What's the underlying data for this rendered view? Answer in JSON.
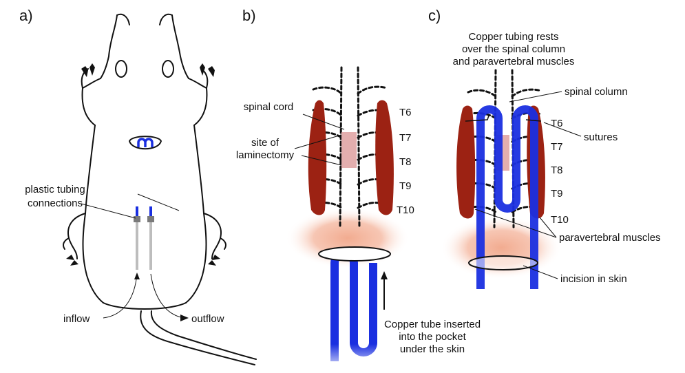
{
  "panels": {
    "a": {
      "letter": "a)",
      "plastic_line1": "plastic tubing",
      "plastic_line2": "connections",
      "inflow": "inflow",
      "outflow": "outflow"
    },
    "b": {
      "letter": "b)",
      "spinal_cord": "spinal cord",
      "site_line1": "site of",
      "site_line2": "laminectomy",
      "vertebrae": [
        "T6",
        "T7",
        "T8",
        "T9",
        "T10"
      ],
      "insert_line1": "Copper tube inserted",
      "insert_line2": "into the pocket",
      "insert_line3": "under the skin"
    },
    "c": {
      "letter": "c)",
      "title_line1": "Copper tubing rests",
      "title_line2": "over the spinal column",
      "title_line3": "and paravertebral muscles",
      "spinal_column": "spinal column",
      "sutures": "sutures",
      "vertebrae": [
        "T6",
        "T7",
        "T8",
        "T9",
        "T10"
      ],
      "muscles": "paravertebral muscles",
      "incision": "incision in skin"
    }
  },
  "colors": {
    "copper_tube": "#1a2fe0",
    "muscle": "#9c2213",
    "laminectomy": "#e3aeae",
    "skin_glow": "#f1a78a",
    "plastic_tube": "#bdbdbd",
    "connector": "#7a7a7a"
  }
}
